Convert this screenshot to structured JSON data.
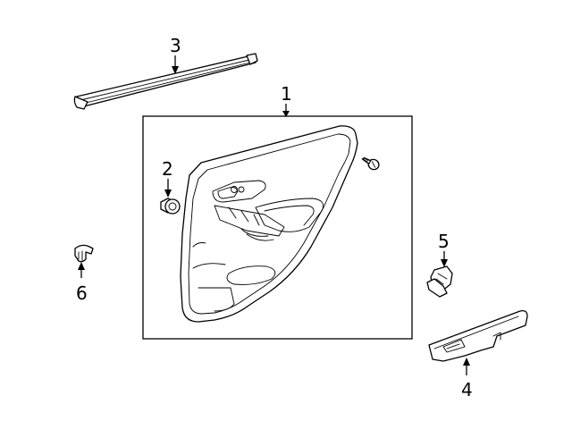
{
  "colors": {
    "line": "#000000",
    "background": "#ffffff"
  },
  "callouts": {
    "c1": "1",
    "c2": "2",
    "c3": "3",
    "c4": "4",
    "c5": "5",
    "c6": "6"
  }
}
